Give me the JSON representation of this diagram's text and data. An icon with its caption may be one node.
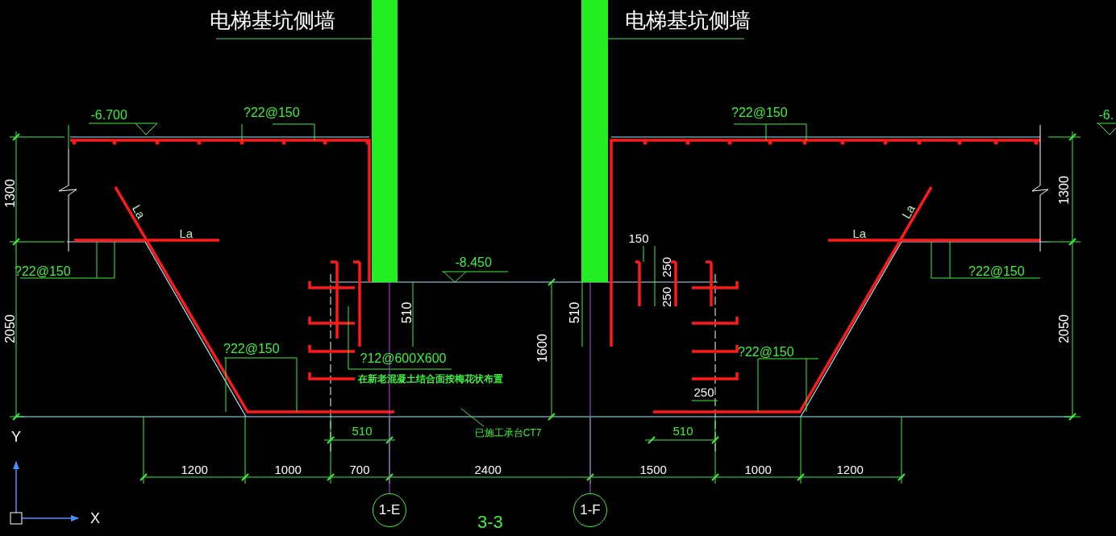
{
  "diagram": {
    "nodes": [
      {
        "text": [
          "电梯基坑侧墙"
        ]
      },
      {
        "text": [],
        "shape": "bar"
      },
      {
        "text": [
          "电梯基坑侧墙"
        ]
      },
      {
        "text": [],
        "shape": "bar"
      },
      {
        "text": [
          "1-E"
        ]
      },
      {
        "text": [
          "1-F"
        ]
      },
      {
        "text": [
          "已施工承台CT7"
        ]
      }
    ],
    "edges": [
      {
        "from": 0,
        "to": 1,
        "arrow": "none"
      },
      {
        "from": 2,
        "to": 3,
        "arrow": "none"
      },
      {
        "from": 6,
        "to": null,
        "arrow": "none"
      },
      {
        "from": 4,
        "to": 1,
        "arrow": "none",
        "color": "#c040ff"
      },
      {
        "from": 5,
        "to": 3,
        "arrow": "none",
        "color": "#c040ff"
      }
    ],
    "labels": [
      "-6.700",
      "?22@150",
      "?22@150",
      "-6.",
      "1300",
      "1300",
      "La",
      "La",
      "La",
      "La",
      "150",
      "?22@150",
      "?22@150",
      "-8.450",
      "250",
      "250",
      "2050",
      "2050",
      "510",
      "510",
      "?22@150",
      "?22@150",
      "?12@600X600",
      "在新老混凝土结合面按梅花状布置",
      "1600",
      "250",
      "510",
      "510",
      "1200",
      "1000",
      "700",
      "2400",
      "1500",
      "1000",
      "1200",
      "Y",
      "X",
      "3-3"
    ]
  }
}
